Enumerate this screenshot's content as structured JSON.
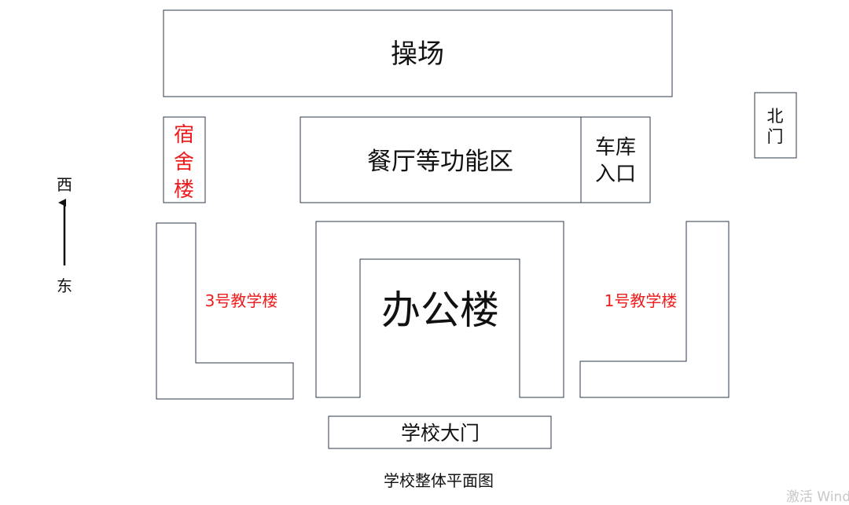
{
  "buildings": {
    "playground": "操场",
    "dining": "餐厅等功能区",
    "garage_line1": "车库",
    "garage_line2": "入口",
    "north_gate_line1": "北",
    "north_gate_line2": "门",
    "dorm_line1": "宿",
    "dorm_line2": "舍",
    "dorm_line3": "楼",
    "teaching3": "3号教学楼",
    "office": "办公楼",
    "teaching1": "1号教学楼",
    "main_gate": "学校大门"
  },
  "compass": {
    "top": "西",
    "bottom": "东"
  },
  "caption": "学校整体平面图",
  "watermark": "激活 Wind",
  "colors": {
    "outline": "#2c3a4e",
    "highlight": "#ee1c1c",
    "text": "#111111"
  }
}
